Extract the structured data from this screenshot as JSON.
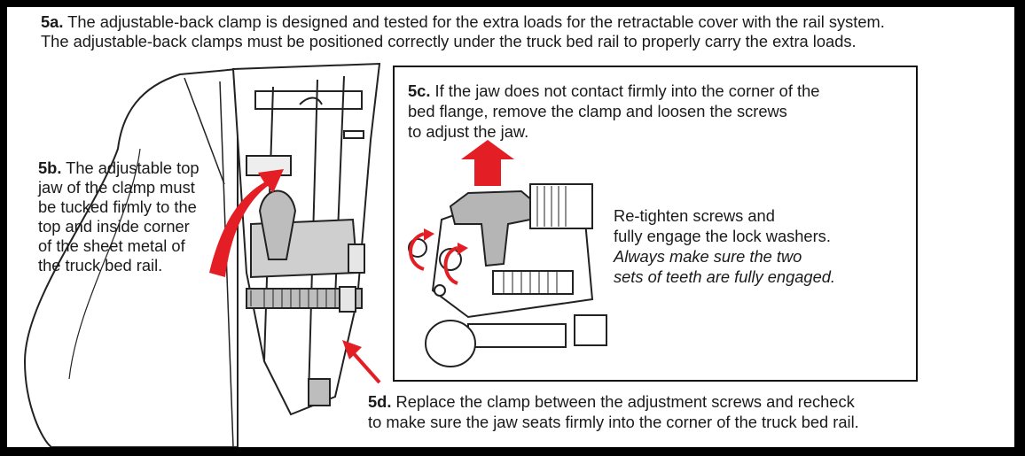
{
  "step_5a": {
    "label": "5a.",
    "line1": "The adjustable-back clamp is designed and tested for the extra loads for the retractable cover with the rail system.",
    "line2": "The adjustable-back clamps must be positioned correctly under the truck bed rail to properly carry the extra loads."
  },
  "step_5b": {
    "label": "5b.",
    "lines": [
      "The adjustable top",
      "jaw of the clamp must",
      "be tucked firmly to the",
      "top and inside corner",
      "of the sheet metal of",
      "the truck bed rail."
    ]
  },
  "step_5c": {
    "label": "5c.",
    "lines": [
      "If the jaw does not contact firmly into the corner of the",
      "bed flange, remove the clamp and loosen the screws",
      "to adjust the jaw."
    ]
  },
  "retighten_note": {
    "line1": "Re-tighten screws and",
    "line2": "fully engage the lock washers.",
    "italic1": "Always make sure the two",
    "italic2": "sets of teeth are fully engaged."
  },
  "step_5d": {
    "label": "5d.",
    "line1": "Replace the clamp between the adjustment screws and recheck",
    "line2": "to make sure the jaw seats firmly into the corner of the truck bed rail."
  },
  "colors": {
    "accent_red": "#e31e24",
    "frame": "#000000"
  }
}
